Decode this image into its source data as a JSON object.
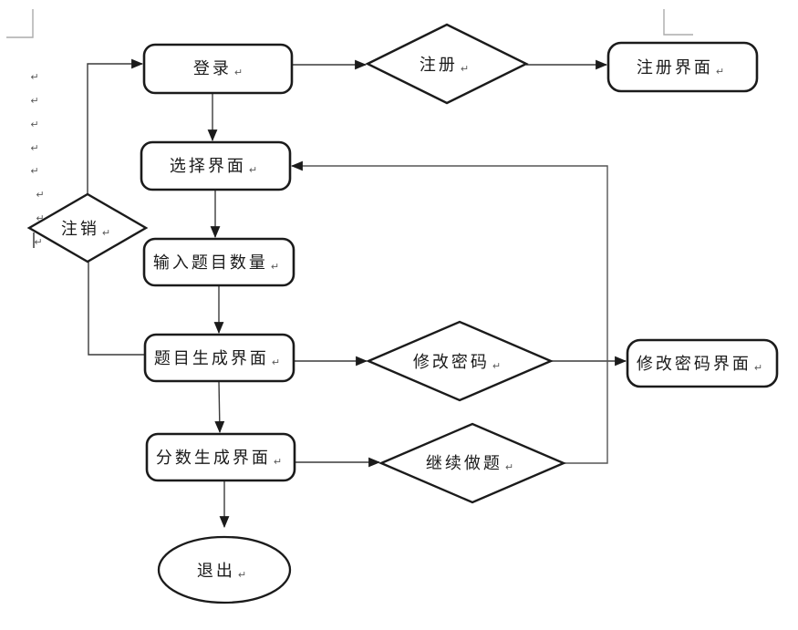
{
  "diagram": {
    "title_hint": "login-exam-flowchart",
    "pilcrow": "↵",
    "colors": {
      "background": "#ffffff",
      "shape_stroke": "#1b1b1b",
      "connector": "#3a3a3a",
      "crop_mark": "#ababab",
      "label_text": "#1a1a1a",
      "paragraph_mark": "#5a5a5a"
    },
    "nodes": {
      "login": {
        "label": "登录",
        "shape": "rounded-rect"
      },
      "register_decision": {
        "label": "注册",
        "shape": "diamond"
      },
      "register_screen": {
        "label": "注册界面",
        "shape": "rounded-rect"
      },
      "select_screen": {
        "label": "选择界面",
        "shape": "rounded-rect"
      },
      "input_question_count": {
        "label": "输入题目数量",
        "shape": "rounded-rect"
      },
      "question_generation_screen": {
        "label": "题目生成界面",
        "shape": "rounded-rect"
      },
      "change_password_decision": {
        "label": "修改密码",
        "shape": "diamond"
      },
      "change_password_screen": {
        "label": "修改密码界面",
        "shape": "rounded-rect"
      },
      "score_generation_screen": {
        "label": "分数生成界面",
        "shape": "rounded-rect"
      },
      "continue_questions_decision": {
        "label": "继续做题",
        "shape": "diamond"
      },
      "logout_decision": {
        "label": "注销",
        "shape": "diamond"
      },
      "exit": {
        "label": "退出",
        "shape": "ellipse"
      }
    },
    "edges": [
      {
        "from": "login",
        "to": "register_decision"
      },
      {
        "from": "register_decision",
        "to": "register_screen"
      },
      {
        "from": "login",
        "to": "select_screen"
      },
      {
        "from": "select_screen",
        "to": "input_question_count"
      },
      {
        "from": "input_question_count",
        "to": "question_generation_screen"
      },
      {
        "from": "question_generation_screen",
        "to": "change_password_decision"
      },
      {
        "from": "change_password_decision",
        "to": "change_password_screen"
      },
      {
        "from": "question_generation_screen",
        "to": "score_generation_screen"
      },
      {
        "from": "score_generation_screen",
        "to": "continue_questions_decision"
      },
      {
        "from": "continue_questions_decision",
        "to": "select_screen"
      },
      {
        "from": "question_generation_screen",
        "to": "logout_decision"
      },
      {
        "from": "logout_decision",
        "to": "login"
      },
      {
        "from": "score_generation_screen",
        "to": "exit"
      }
    ],
    "margin_paragraph_marks_count": 8
  }
}
